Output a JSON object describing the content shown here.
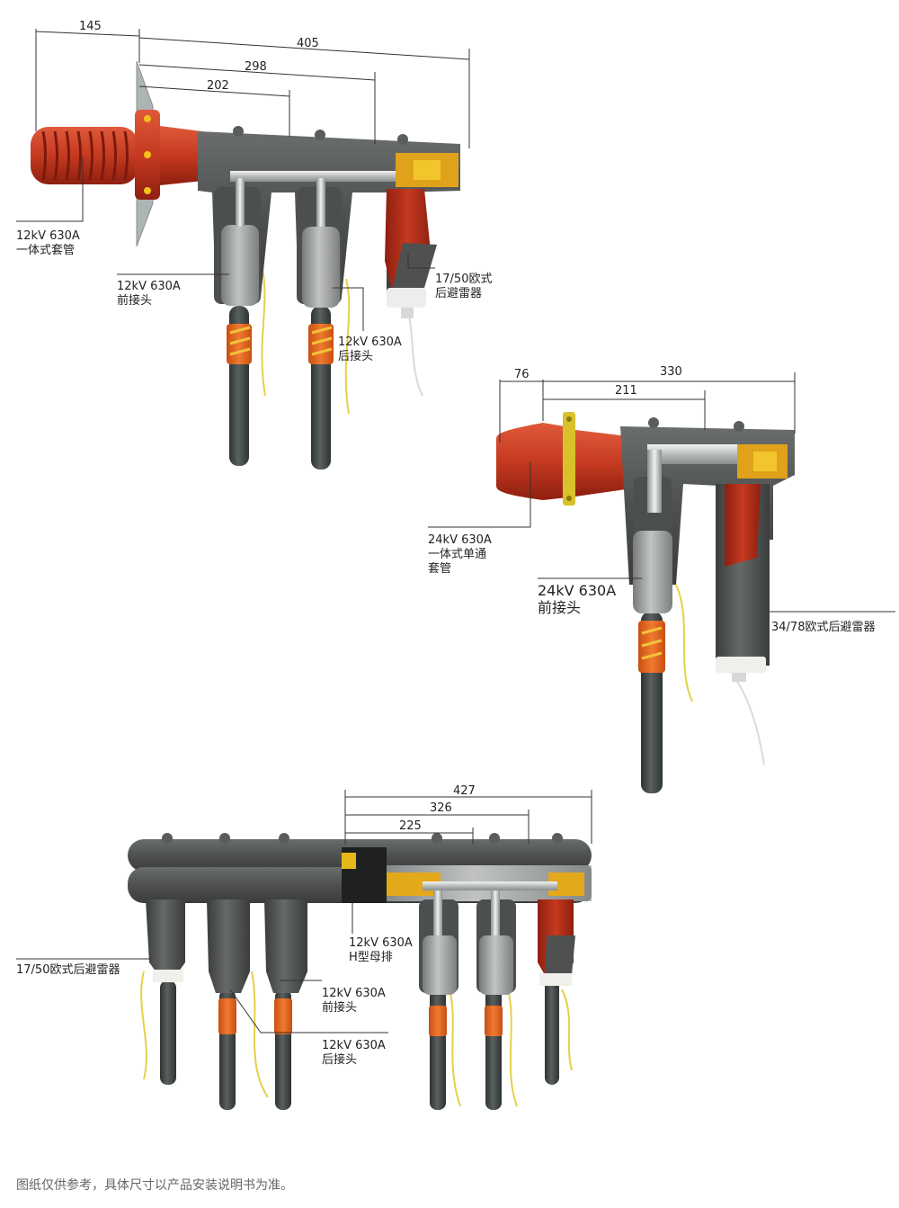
{
  "colors": {
    "red": "#cf3b20",
    "red_dark": "#8e1f10",
    "dark_gray": "#4f5151",
    "mid_gray": "#8f9191",
    "light_gray": "#c9cbcb",
    "orange": "#e8651e",
    "yellow": "#f2c21a",
    "cable": "#3f4545",
    "white": "#f3f3f3",
    "plate": "#b8bcbe"
  },
  "top_assembly": {
    "dims": [
      "145",
      "405",
      "298",
      "202"
    ],
    "labels": {
      "bushing": [
        "12kV 630A",
        "一体式套管"
      ],
      "front_connector": [
        "12kV 630A",
        "前接头"
      ],
      "rear_connector": [
        "12kV 630A",
        "后接头"
      ],
      "arrester": [
        "17/50欧式",
        "后避雷器"
      ]
    }
  },
  "middle_assembly": {
    "dims": [
      "76",
      "330",
      "211"
    ],
    "labels": {
      "bushing": [
        "24kV 630A",
        "一体式单通",
        "套管"
      ],
      "front_connector": [
        "24kV 630A",
        "前接头"
      ],
      "arrester": [
        "34/78欧式后避雷器"
      ]
    }
  },
  "bottom_assembly": {
    "dims": [
      "427",
      "326",
      "225"
    ],
    "labels": {
      "busbar": [
        "12kV 630A",
        "H型母排"
      ],
      "arrester": [
        "17/50欧式后避雷器"
      ],
      "front_connector": [
        "12kV 630A",
        "前接头"
      ],
      "rear_connector": [
        "12kV 630A",
        "后接头"
      ]
    }
  },
  "footnote": "图纸仅供参考，具体尺寸以产品安装说明书为准。"
}
